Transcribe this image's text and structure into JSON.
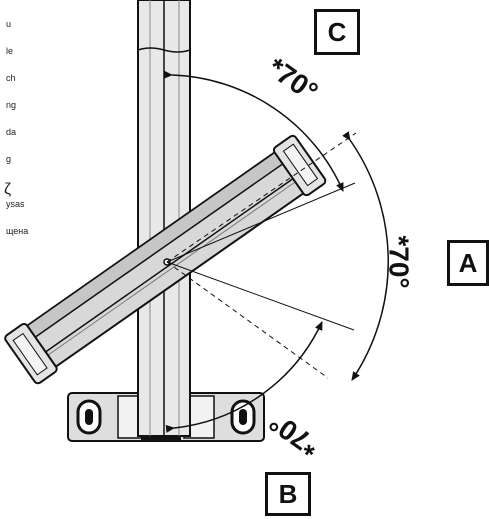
{
  "edge_text_lines": [
    "u",
    "le",
    "ch",
    "ng",
    "da",
    "g",
    "",
    "ysas",
    "щена"
  ],
  "edge_symbol": "ζ",
  "labels": {
    "a": "A",
    "b": "B",
    "c": "C"
  },
  "angles": {
    "top": "*70°",
    "right": "*70°",
    "bottom": "*70°"
  },
  "colors": {
    "line": "#111111",
    "fill_light": "#e6e6e6",
    "fill_mid": "#cfcfcf",
    "fill_dark": "#9a9a9a"
  }
}
